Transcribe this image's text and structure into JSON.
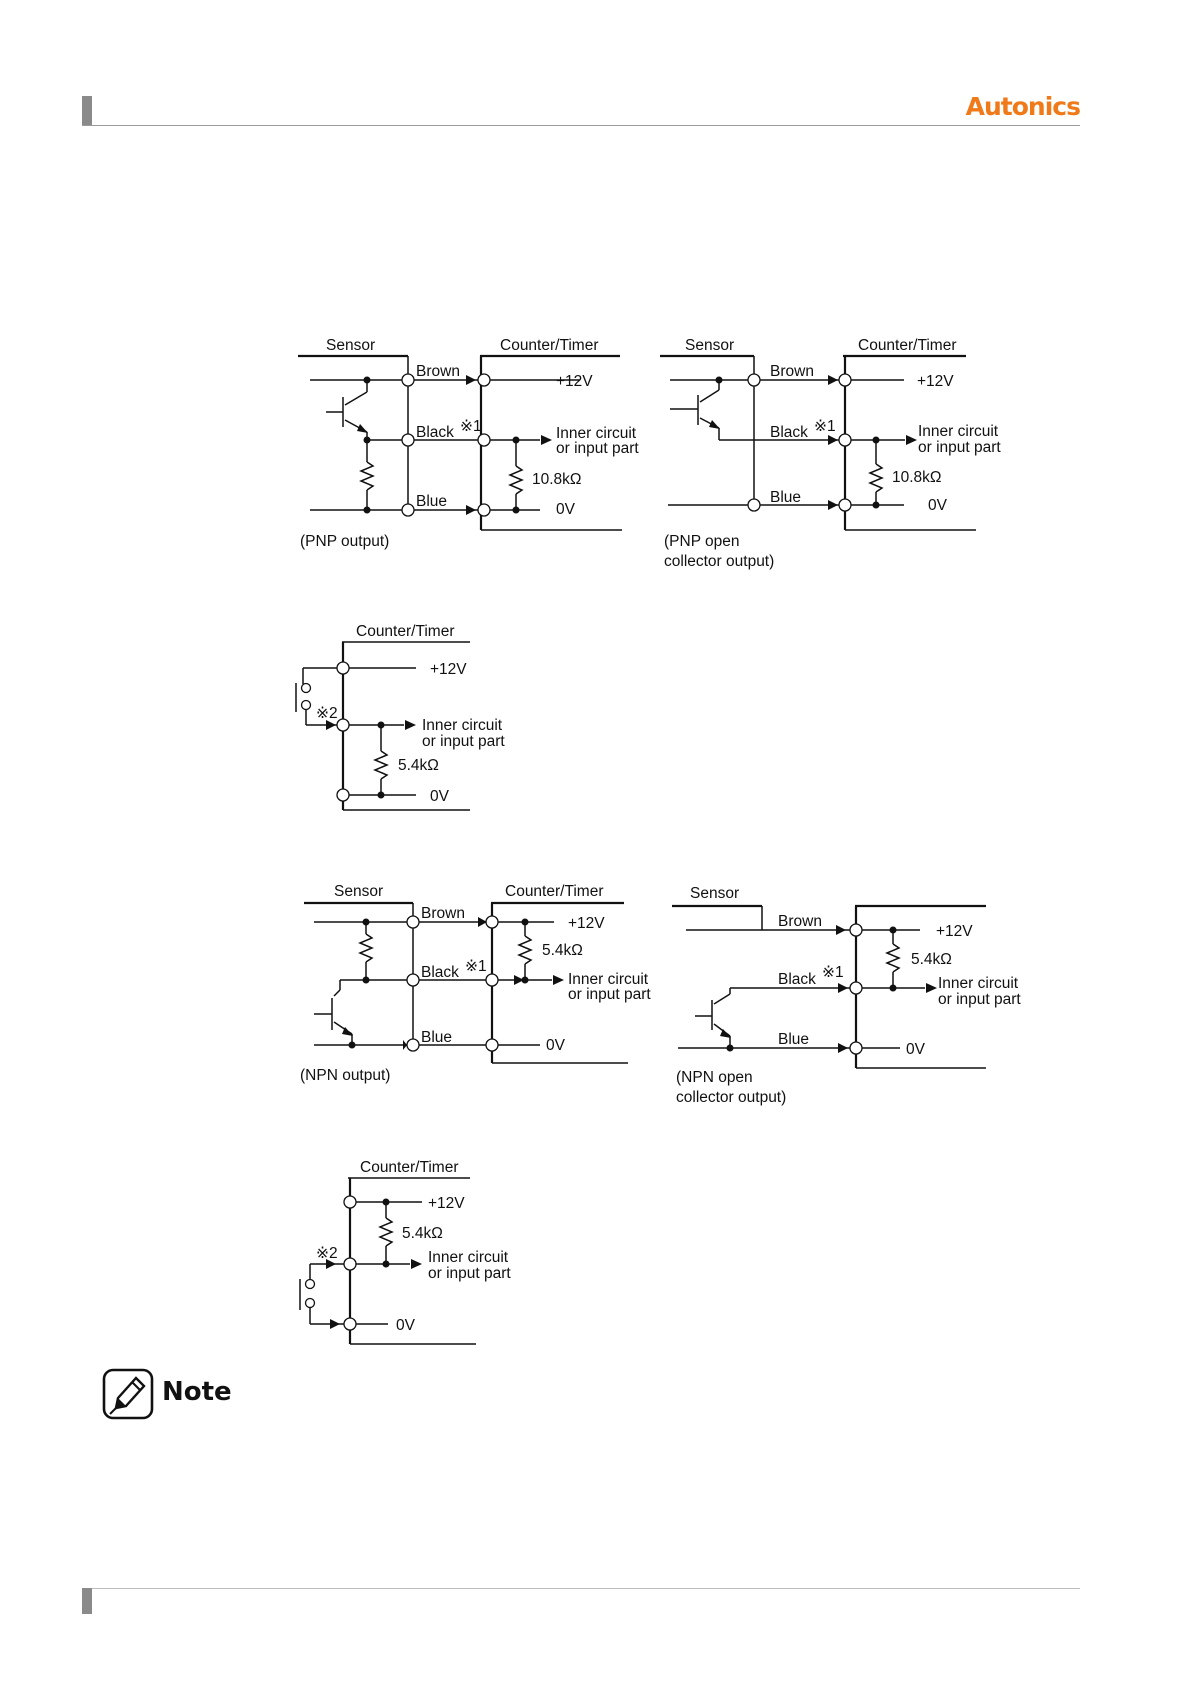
{
  "header": {
    "brand": "Autonics"
  },
  "labels": {
    "sensor": "Sensor",
    "counter_timer": "Counter/Timer",
    "brown": "Brown",
    "black": "Black",
    "blue": "Blue",
    "mark1": "※1",
    "mark2": "※2",
    "v12": "+12V",
    "v0": "0V",
    "inner1": "Inner circuit",
    "inner2": "or input part",
    "r_pnp": "10.8kΩ",
    "r_npn": "5.4kΩ",
    "r_contact": "5.4kΩ"
  },
  "captions": {
    "pnp": "(PNP output)",
    "pnp_oc_1": "(PNP open",
    "pnp_oc_2": "collector output)",
    "npn": "(NPN output)",
    "npn_oc_1": "(NPN open",
    "npn_oc_2": "collector output)"
  },
  "note": {
    "label": "Note",
    "icon": "pencil-note-icon"
  }
}
